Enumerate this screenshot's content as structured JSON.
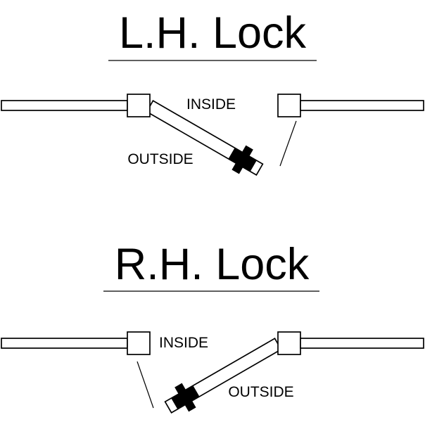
{
  "colors": {
    "background": "#ffffff",
    "ink": "#000000"
  },
  "diagrams": [
    {
      "title": "L.H. Lock",
      "inside_label": "INSIDE",
      "outside_label": "OUTSIDE"
    },
    {
      "title": "R.H. Lock",
      "inside_label": "INSIDE",
      "outside_label": "OUTSIDE"
    }
  ]
}
